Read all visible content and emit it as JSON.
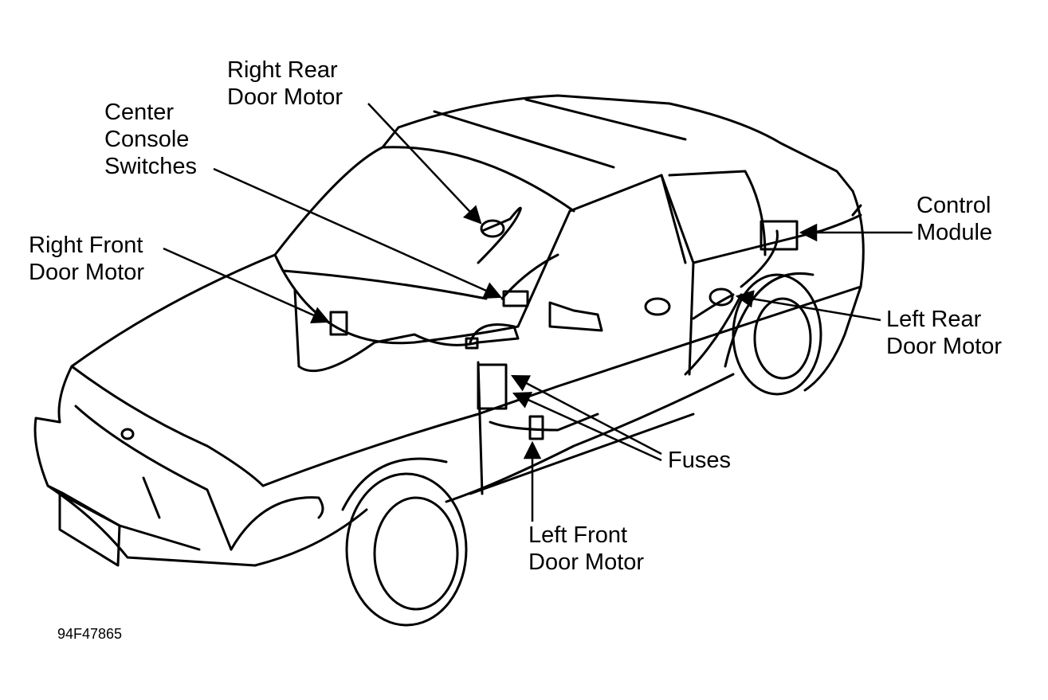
{
  "diagram": {
    "title": "Power Door Lock System Component Locations",
    "figure_id": "94F47865",
    "labels": {
      "right_rear_door_motor": [
        "Right Rear",
        "Door Motor"
      ],
      "center_console_switches": [
        "Center",
        "Console",
        "Switches"
      ],
      "right_front_door_motor": [
        "Right Front",
        "Door Motor"
      ],
      "control_module": [
        "Control",
        "Module"
      ],
      "left_rear_door_motor": [
        "Left Rear",
        "Door Motor"
      ],
      "fuses": [
        "Fuses"
      ],
      "left_front_door_motor": [
        "Left Front",
        "Door Motor"
      ]
    }
  }
}
